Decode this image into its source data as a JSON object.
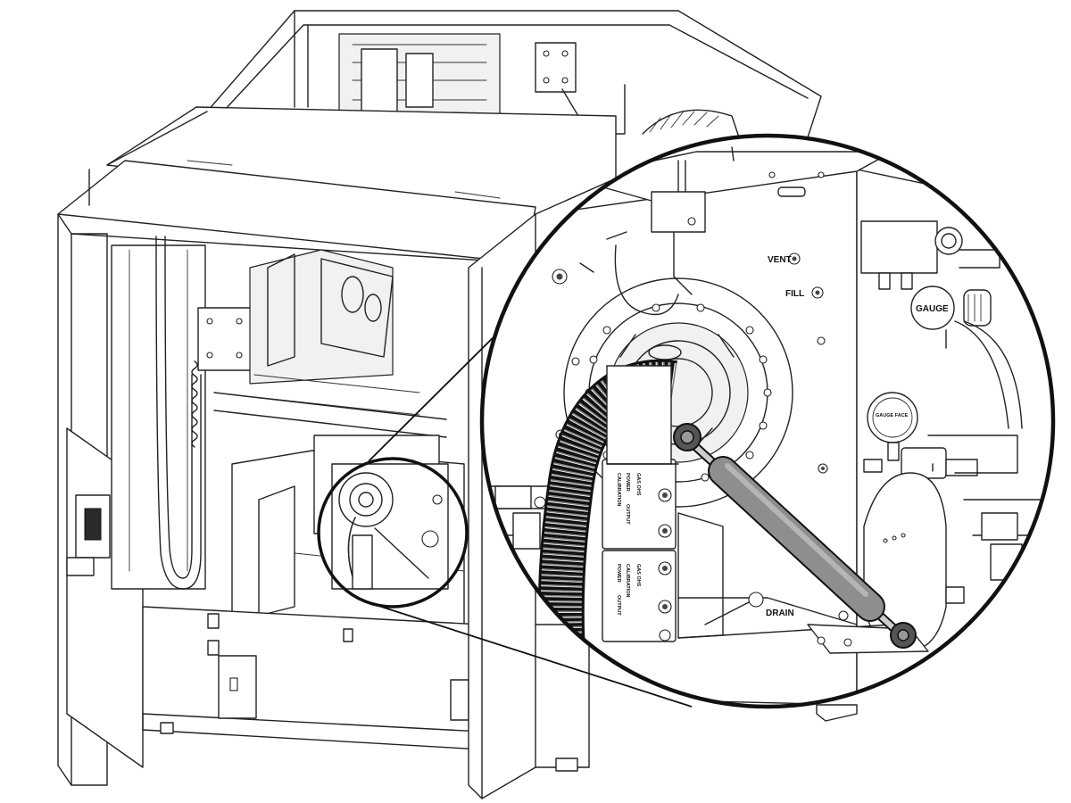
{
  "figure": {
    "detail_labels": {
      "vent": "VENT",
      "fill": "FILL",
      "gauge": "GAUGE",
      "gauge_face": "GAUGE FACE",
      "drain": "DRAIN"
    },
    "connector_labels": {
      "calibration": "CALIBRATION",
      "power": "POWER",
      "output": "OUTPUT",
      "gas_ohs": "GAS OHS"
    }
  }
}
